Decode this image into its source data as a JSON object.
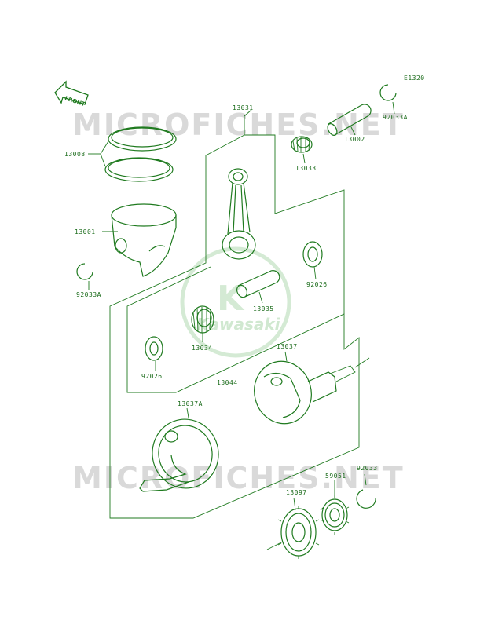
{
  "diagram": {
    "code": "E1320",
    "front_label": "FRONT",
    "watermark_text": "MICROFICHES.NET",
    "logo": {
      "letter": "K",
      "brand": "Kawasaki"
    },
    "colors": {
      "line": "#1f7a1f",
      "label": "#1a6b1a",
      "watermark": "#d9d9d9"
    },
    "parts": {
      "p13031": "13031",
      "p92033A_top": "92033A",
      "p13008": "13008",
      "p13002": "13002",
      "p13033": "13033",
      "p13001": "13001",
      "p92026_right": "92026",
      "p92033A_left": "92033A",
      "p13035": "13035",
      "p13034": "13034",
      "p13037": "13037",
      "p92026_left": "92026",
      "p13044": "13044",
      "p13037A": "13037A",
      "p92033": "92033",
      "p59051": "59051",
      "p13097": "13097"
    }
  }
}
